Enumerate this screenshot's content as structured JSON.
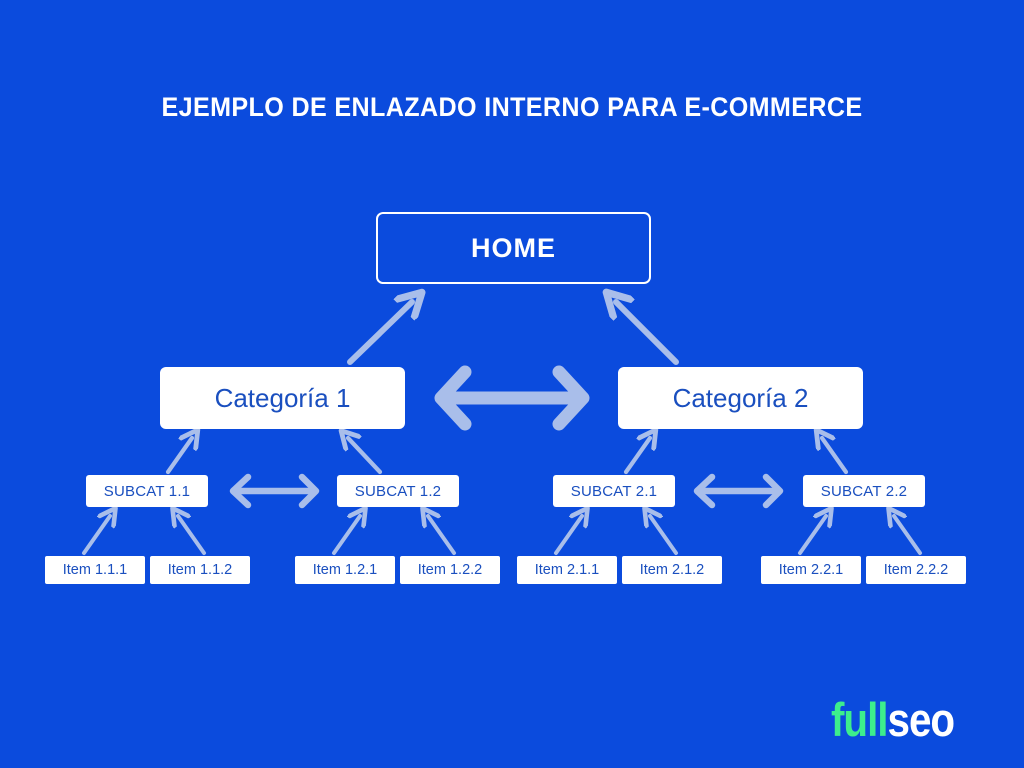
{
  "meta": {
    "background_color": "#0B4BDD",
    "box_fill": "#FFFFFF",
    "box_text_color": "#1A4FBF",
    "arrow_color": "#A9BEEA",
    "title_color": "#FFFFFF",
    "logo_green": "#3DEE8C"
  },
  "title": "EJEMPLO DE ENLAZADO INTERNO PARA E-COMMERCE",
  "diagram": {
    "home": {
      "label": "HOME"
    },
    "categories": [
      {
        "label": "Categoría 1"
      },
      {
        "label": "Categoría 2"
      }
    ],
    "subcategories": [
      {
        "label": "SUBCAT 1.1"
      },
      {
        "label": "SUBCAT 1.2"
      },
      {
        "label": "SUBCAT 2.1"
      },
      {
        "label": "SUBCAT 2.2"
      }
    ],
    "items": [
      {
        "label": "Item 1.1.1"
      },
      {
        "label": "Item 1.1.2"
      },
      {
        "label": "Item 1.2.1"
      },
      {
        "label": "Item 1.2.2"
      },
      {
        "label": "Item 2.1.1"
      },
      {
        "label": "Item 2.1.2"
      },
      {
        "label": "Item 2.2.1"
      },
      {
        "label": "Item 2.2.2"
      }
    ]
  },
  "logo": {
    "part1": "full",
    "part2": "seo"
  }
}
